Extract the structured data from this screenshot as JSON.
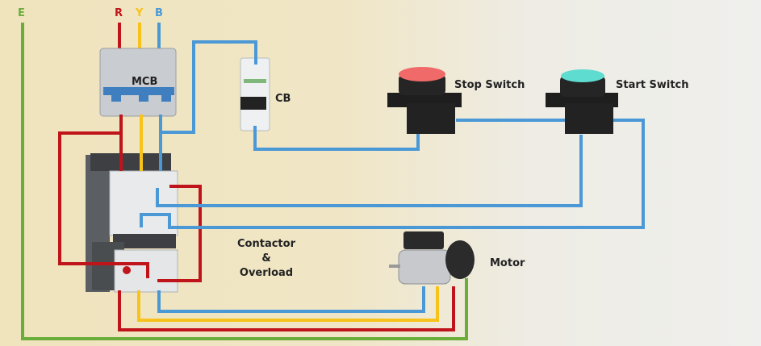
{
  "colors": {
    "earth": "#6aad3a",
    "red": "#c0141b",
    "yellow": "#f7c21a",
    "blue": "#4a98d6"
  },
  "phases": {
    "earth": "E",
    "red": "R",
    "yellow": "Y",
    "blue": "B"
  },
  "labels": {
    "mcb": "MCB",
    "cb": "CB",
    "stop_switch": "Stop Switch",
    "start_switch": "Start Switch",
    "contactor_line1": "Contactor",
    "contactor_line2": "&",
    "contactor_line3": "Overload",
    "motor": "Motor"
  },
  "stop_button_color": "#f06a6a",
  "start_button_color": "#5fdcd0"
}
